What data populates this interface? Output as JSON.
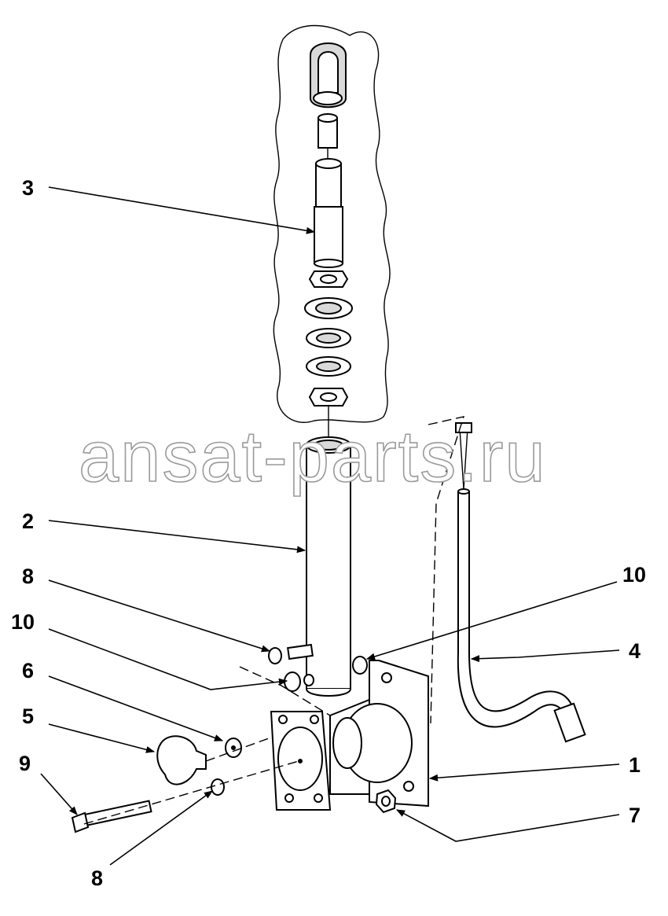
{
  "watermark": "ansat-parts.ru",
  "callouts": {
    "c1": "1",
    "c2": "2",
    "c3": "3",
    "c4": "4",
    "c5": "5",
    "c6": "6",
    "c7": "7",
    "c8_upper": "8",
    "c8_lower": "8",
    "c9": "9",
    "c10_left": "10",
    "c10_right": "10"
  }
}
